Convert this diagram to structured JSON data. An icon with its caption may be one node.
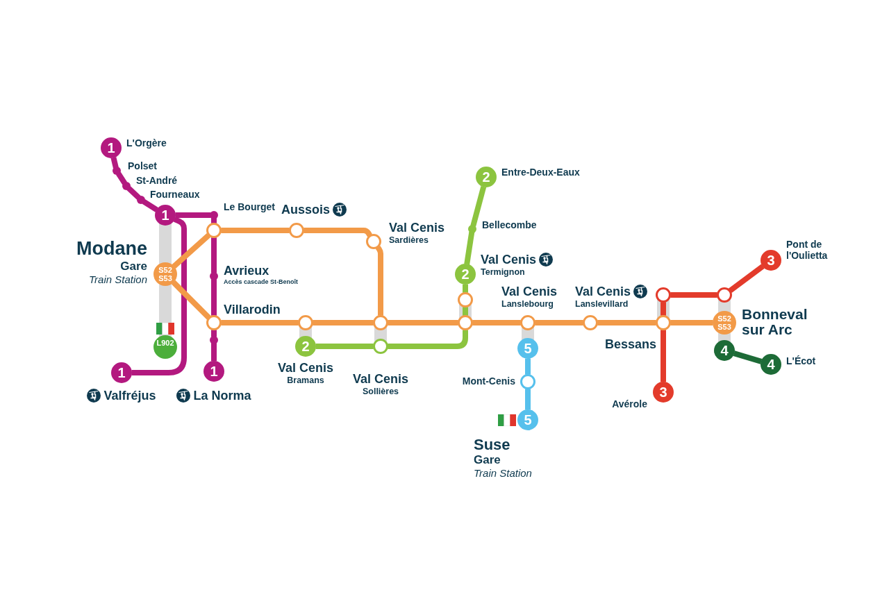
{
  "diagram": {
    "nodes": [
      {
        "text": [
          "1"
        ],
        "beside": [
          "L'Orgère"
        ]
      },
      {
        "text": [],
        "shape": "circle",
        "beside": [
          "Polset"
        ]
      },
      {
        "text": [],
        "shape": "circle",
        "beside": [
          "St-André"
        ]
      },
      {
        "text": [],
        "shape": "circle",
        "beside": [
          "Fourneaux"
        ]
      },
      {
        "text": [
          "1"
        ]
      },
      {
        "text": [
          "S52 S53"
        ],
        "beside": [
          "Modane",
          "Gare",
          "Train Station"
        ]
      },
      {
        "text": [
          "L902"
        ]
      },
      {
        "text": [
          "1"
        ],
        "beside": [
          "Valfréjus"
        ]
      },
      {
        "text": [],
        "shape": "circle",
        "beside": [
          "Le Bourget"
        ]
      },
      {
        "text": [],
        "shape": "circle"
      },
      {
        "text": [],
        "shape": "circle",
        "beside": [
          "Avrieux",
          "Accès cascade St-Benoît"
        ]
      },
      {
        "text": [],
        "shape": "circle",
        "beside": [
          "Villarodin"
        ]
      },
      {
        "text": [],
        "shape": "circle"
      },
      {
        "text": [
          "1"
        ],
        "beside": [
          "La Norma"
        ]
      },
      {
        "text": [],
        "shape": "circle",
        "beside": [
          "Aussois"
        ]
      },
      {
        "text": [],
        "shape": "circle",
        "beside": [
          "Val Cenis",
          "Sardières"
        ]
      },
      {
        "text": [],
        "shape": "circle"
      },
      {
        "text": [
          "2"
        ],
        "beside": [
          "Val Cenis",
          "Bramans"
        ]
      },
      {
        "text": [],
        "shape": "circle"
      },
      {
        "text": [],
        "shape": "circle",
        "beside": [
          "Val Cenis",
          "Sollières"
        ]
      },
      {
        "text": [
          "2"
        ],
        "beside": [
          "Entre-Deux-Eaux"
        ]
      },
      {
        "text": [],
        "shape": "circle",
        "beside": [
          "Bellecombe"
        ]
      },
      {
        "text": [
          "2"
        ],
        "beside": [
          "Val Cenis",
          "Termignon"
        ]
      },
      {
        "text": [],
        "shape": "circle"
      },
      {
        "text": [],
        "shape": "circle"
      },
      {
        "text": [],
        "shape": "circle",
        "beside": [
          "Val Cenis",
          "Lanslebourg"
        ]
      },
      {
        "text": [
          "5"
        ]
      },
      {
        "text": [],
        "shape": "circle",
        "beside": [
          "Mont-Cenis"
        ]
      },
      {
        "text": [
          "5"
        ],
        "beside": [
          "Suse",
          "Gare",
          "Train Station"
        ]
      },
      {
        "text": [],
        "shape": "circle",
        "beside": [
          "Val Cenis",
          "Lanslevillard"
        ]
      },
      {
        "text": [],
        "shape": "circle"
      },
      {
        "text": [],
        "shape": "circle",
        "beside": [
          "Bessans"
        ]
      },
      {
        "text": [
          "3"
        ],
        "beside": [
          "Avérole"
        ]
      },
      {
        "text": [],
        "shape": "circle"
      },
      {
        "text": [
          "3"
        ],
        "beside": [
          "Pont de l'Oulietta"
        ]
      },
      {
        "text": [
          "S52 S53"
        ],
        "beside": [
          "Bonneval sur Arc"
        ]
      },
      {
        "text": [
          "4"
        ]
      },
      {
        "text": [
          "4"
        ],
        "beside": [
          "L'Écot"
        ]
      }
    ],
    "edges": [
      {
        "from": 0,
        "to": 1,
        "arrow": "none",
        "color": "#b3197f"
      },
      {
        "from": 1,
        "to": 2,
        "arrow": "none",
        "color": "#b3197f"
      },
      {
        "from": 2,
        "to": 3,
        "arrow": "none",
        "color": "#b3197f"
      },
      {
        "from": 3,
        "to": 4,
        "arrow": "none",
        "color": "#b3197f"
      },
      {
        "from": 4,
        "to": 8,
        "arrow": "none",
        "color": "#b3197f"
      },
      {
        "from": 8,
        "to": 9,
        "arrow": "none",
        "color": "#b3197f"
      },
      {
        "from": 9,
        "to": 10,
        "arrow": "none",
        "color": "#b3197f"
      },
      {
        "from": 10,
        "to": 11,
        "arrow": "none",
        "color": "#b3197f"
      },
      {
        "from": 11,
        "to": 12,
        "arrow": "none",
        "color": "#b3197f"
      },
      {
        "from": 12,
        "to": 13,
        "arrow": "none",
        "color": "#b3197f"
      },
      {
        "from": 4,
        "to": 7,
        "arrow": "none",
        "color": "#b3197f"
      },
      {
        "from": 4,
        "to": 5,
        "arrow": "none",
        "style": "thick",
        "color": "#d9d9d9"
      },
      {
        "from": 5,
        "to": 6,
        "arrow": "none",
        "style": "thick",
        "color": "#d9d9d9"
      },
      {
        "from": 5,
        "to": 9,
        "arrow": "none"
      },
      {
        "from": 5,
        "to": 11,
        "arrow": "none"
      },
      {
        "from": 9,
        "to": 14,
        "arrow": "none"
      },
      {
        "from": 14,
        "to": 15,
        "arrow": "none"
      },
      {
        "from": 15,
        "to": 18,
        "arrow": "none"
      },
      {
        "from": 11,
        "to": 16,
        "arrow": "none"
      },
      {
        "from": 16,
        "to": 18,
        "arrow": "none"
      },
      {
        "from": 18,
        "to": 24,
        "arrow": "none"
      },
      {
        "from": 24,
        "to": 25,
        "arrow": "none"
      },
      {
        "from": 25,
        "to": 29,
        "arrow": "none"
      },
      {
        "from": 29,
        "to": 31,
        "arrow": "none"
      },
      {
        "from": 31,
        "to": 35,
        "arrow": "none"
      },
      {
        "from": 16,
        "to": 17,
        "arrow": "none",
        "style": "thick",
        "color": "#d9d9d9"
      },
      {
        "from": 18,
        "to": 19,
        "arrow": "none",
        "style": "thick",
        "color": "#d9d9d9"
      },
      {
        "from": 20,
        "to": 21,
        "arrow": "none",
        "color": "#8cc43f"
      },
      {
        "from": 21,
        "to": 22,
        "arrow": "none",
        "color": "#8cc43f"
      },
      {
        "from": 22,
        "to": 23,
        "arrow": "none",
        "color": "#8cc43f"
      },
      {
        "from": 23,
        "to": 24,
        "arrow": "none",
        "style": "thick",
        "color": "#d9d9d9"
      },
      {
        "from": 23,
        "to": 24,
        "arrow": "none",
        "color": "#8cc43f"
      },
      {
        "from": 24,
        "to": 19,
        "arrow": "none",
        "color": "#8cc43f"
      },
      {
        "from": 19,
        "to": 17,
        "arrow": "none",
        "color": "#8cc43f"
      },
      {
        "from": 25,
        "to": 26,
        "arrow": "none",
        "style": "thick",
        "color": "#d9d9d9"
      },
      {
        "from": 26,
        "to": 27,
        "arrow": "none",
        "color": "#56c0ec"
      },
      {
        "from": 27,
        "to": 28,
        "arrow": "none",
        "color": "#56c0ec"
      },
      {
        "from": 30,
        "to": 31,
        "arrow": "none",
        "style": "thick",
        "color": "#d9d9d9"
      },
      {
        "from": 30,
        "to": 31,
        "arrow": "none",
        "color": "#e33b2b"
      },
      {
        "from": 31,
        "to": 32,
        "arrow": "none",
        "color": "#e33b2b"
      },
      {
        "from": 30,
        "to": 33,
        "arrow": "none",
        "color": "#e33b2b"
      },
      {
        "from": 33,
        "to": 34,
        "arrow": "none",
        "color": "#e33b2b"
      },
      {
        "from": 33,
        "to": 35,
        "arrow": "none",
        "style": "thick",
        "color": "#d9d9d9"
      },
      {
        "from": 35,
        "to": 36,
        "arrow": "none",
        "style": "thick",
        "color": "#d9d9d9"
      },
      {
        "from": 36,
        "to": 37,
        "arrow": "none",
        "color": "#1d6b37"
      }
    ]
  }
}
